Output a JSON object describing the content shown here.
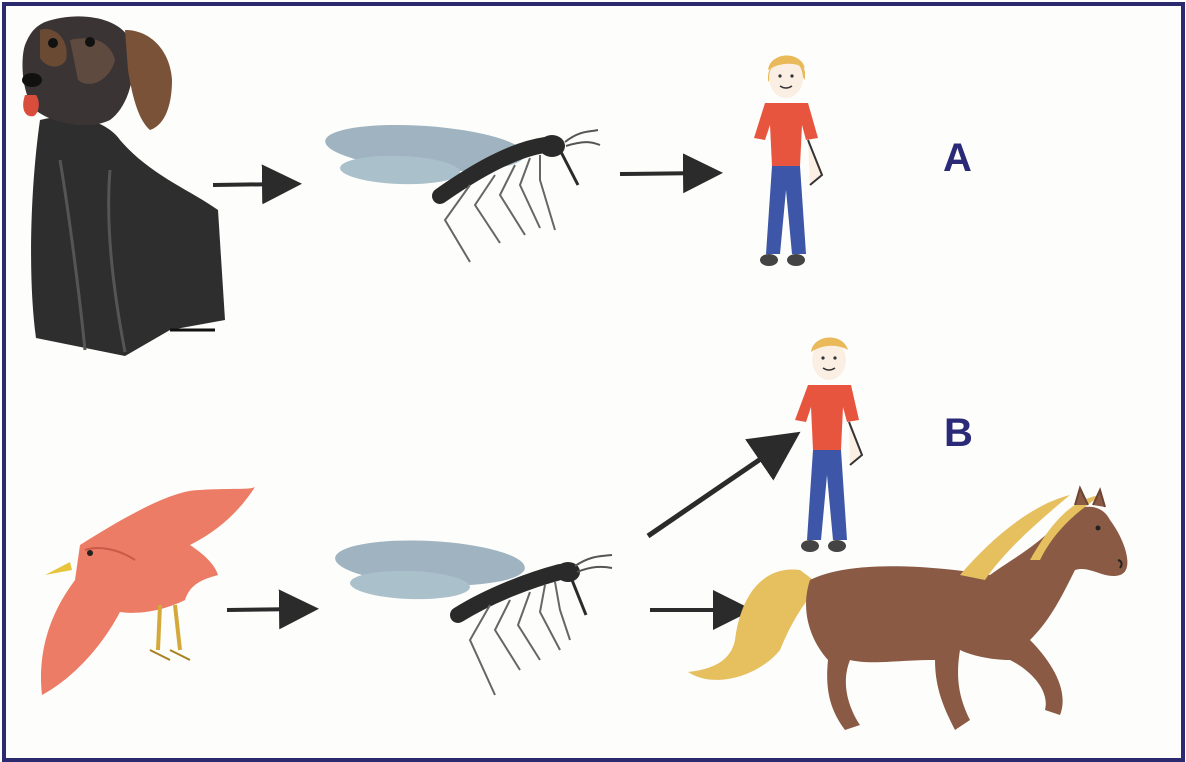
{
  "diagram": {
    "labels": {
      "a": "A",
      "b": "B"
    },
    "colors": {
      "border": "#2c2a6e",
      "label": "#2b2a78",
      "arrow": "#2b2b2b",
      "dog_body": "#2e2e2e",
      "dog_head": "#6b4a34",
      "mosquito_wing": "#9fb4c0",
      "mosquito_body": "#2a2a2a",
      "boy_shirt": "#e8553f",
      "boy_pants": "#3e56a8",
      "boy_hair": "#e9b95a",
      "bird": "#ec7c66",
      "horse": "#8a5a45",
      "horse_mane": "#e6bf5e"
    },
    "rows": [
      {
        "id": "A",
        "chain": [
          "dog-icon",
          "mosquito-icon",
          "boy-icon"
        ]
      },
      {
        "id": "B",
        "chain": [
          "bird-icon",
          "mosquito-icon",
          "boy-icon",
          "horse-icon"
        ]
      }
    ]
  }
}
